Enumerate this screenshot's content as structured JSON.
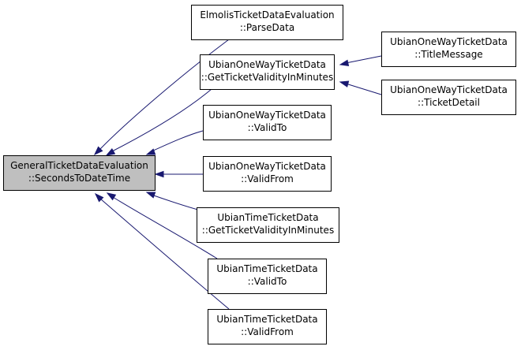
{
  "diagram": {
    "type": "doxygen-caller-graph",
    "colors": {
      "edge": "#191970",
      "root_fill": "#bfbfbf",
      "node_fill": "#ffffff",
      "node_border": "#000000"
    },
    "nodes": [
      {
        "id": "root",
        "line1": "GeneralTicketDataEvaluation",
        "line2": "::SecondsToDateTime",
        "root": true
      },
      {
        "id": "n1",
        "line1": "ElmolisTicketDataEvaluation",
        "line2": "::ParseData"
      },
      {
        "id": "n2",
        "line1": "UbianOneWayTicketData",
        "line2": "::GetTicketValidityInMinutes"
      },
      {
        "id": "n3",
        "line1": "UbianOneWayTicketData",
        "line2": "::TitleMessage"
      },
      {
        "id": "n4",
        "line1": "UbianOneWayTicketData",
        "line2": "::TicketDetail"
      },
      {
        "id": "n5",
        "line1": "UbianOneWayTicketData",
        "line2": "::ValidTo"
      },
      {
        "id": "n6",
        "line1": "UbianOneWayTicketData",
        "line2": "::ValidFrom"
      },
      {
        "id": "n7",
        "line1": "UbianTimeTicketData",
        "line2": "::GetTicketValidityInMinutes"
      },
      {
        "id": "n8",
        "line1": "UbianTimeTicketData",
        "line2": "::ValidTo"
      },
      {
        "id": "n9",
        "line1": "UbianTimeTicketData",
        "line2": "::ValidFrom"
      }
    ],
    "edges": [
      {
        "from": "n1",
        "to": "root"
      },
      {
        "from": "n2",
        "to": "root"
      },
      {
        "from": "n5",
        "to": "root"
      },
      {
        "from": "n6",
        "to": "root"
      },
      {
        "from": "n7",
        "to": "root"
      },
      {
        "from": "n8",
        "to": "root"
      },
      {
        "from": "n9",
        "to": "root"
      },
      {
        "from": "n3",
        "to": "n2"
      },
      {
        "from": "n4",
        "to": "n2"
      }
    ]
  }
}
